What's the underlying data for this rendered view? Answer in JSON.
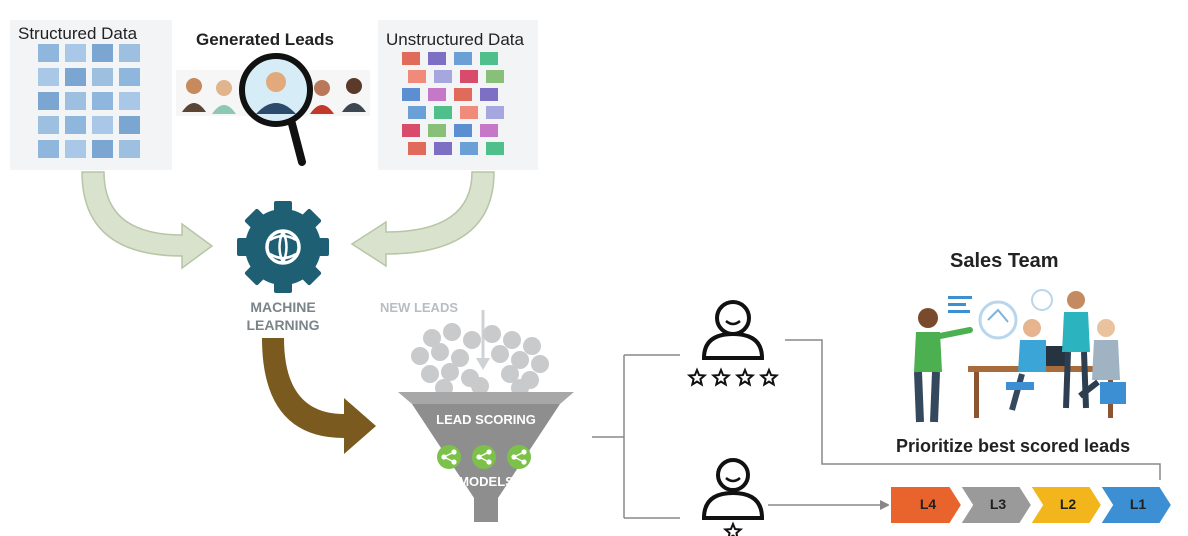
{
  "structured": {
    "title": "Structured Data"
  },
  "generated": {
    "title": "Generated Leads"
  },
  "unstructured": {
    "title": "Unstructured Data"
  },
  "ml": {
    "line1": "MACHINE",
    "line2": "LEARNING"
  },
  "funnel": {
    "new_leads": "NEW LEADS",
    "title": "LEAD SCORING",
    "subtitle": "MODELS"
  },
  "sales": {
    "title": "Sales Team",
    "caption": "Prioritize best scored leads"
  },
  "levels": [
    "L4",
    "L3",
    "L2",
    "L1"
  ],
  "colors": {
    "grid_cell": "#8fb6dc",
    "gear": "#1e5f74",
    "green_arrow": "#d8e2cc",
    "brown_arrow": "#7a5a1e",
    "funnel": "#8e8e8e",
    "share": "#7cc24a",
    "L4": "#e8642c",
    "L3": "#9a9a9a",
    "L2": "#f2b51c",
    "L1": "#3b8fd2"
  },
  "icons": [
    "magnifier-icon",
    "gear-globe-icon",
    "share-icon",
    "person-icon",
    "star-icon",
    "team-illustration"
  ]
}
